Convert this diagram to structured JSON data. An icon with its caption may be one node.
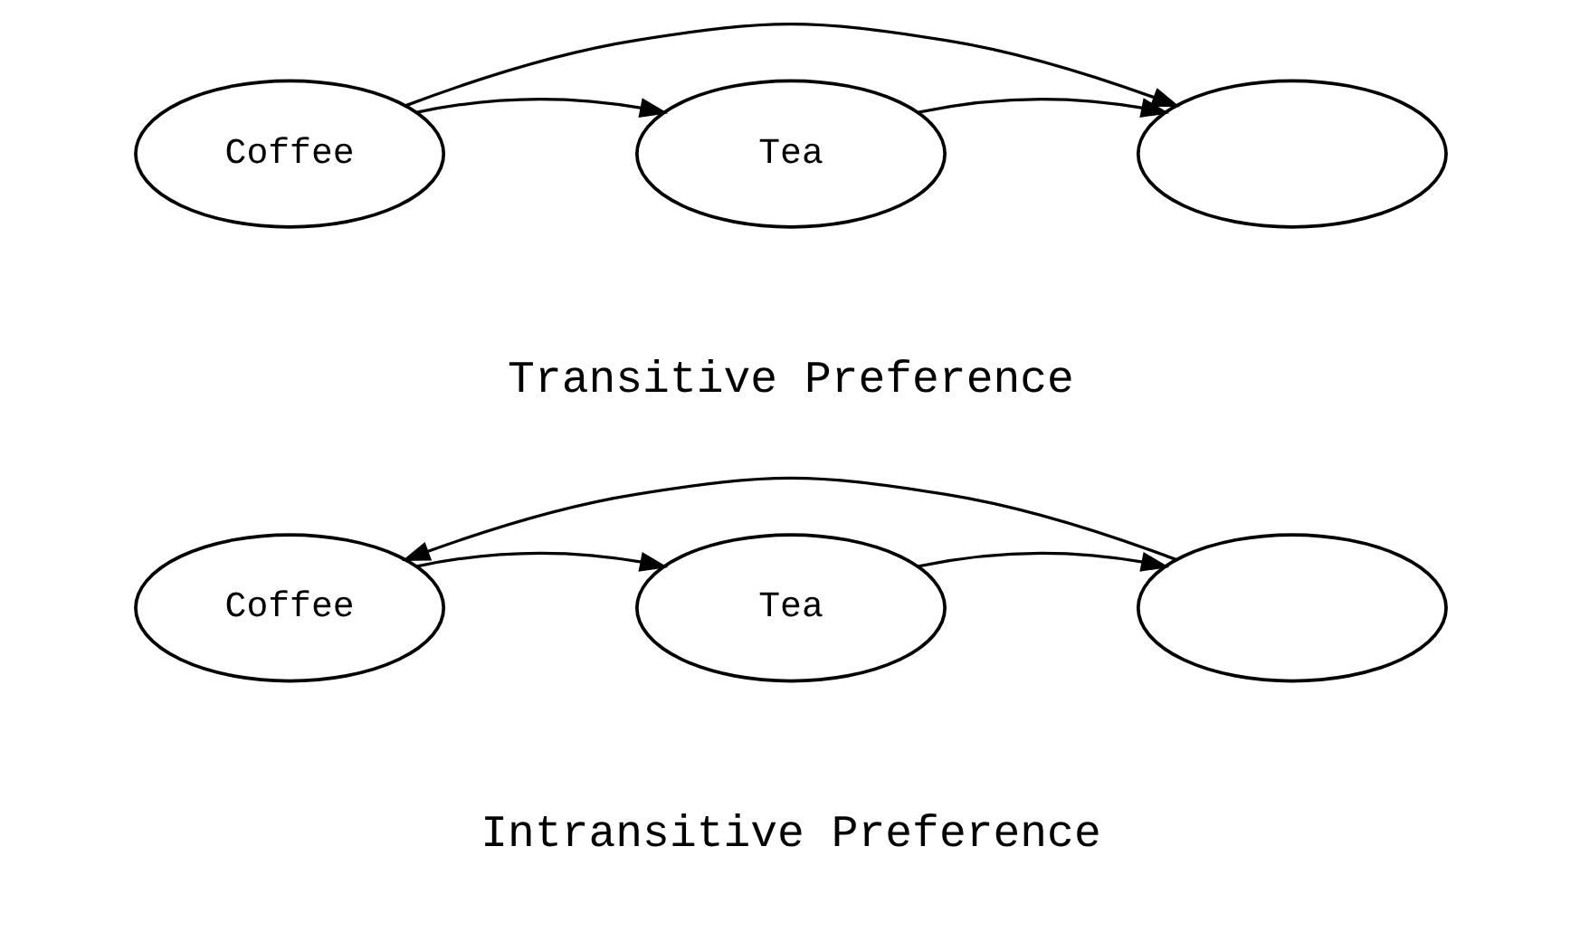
{
  "diagram": {
    "nodes": [
      {
        "text": [
          "Coffee"
        ]
      },
      {
        "text": [
          "Tea"
        ]
      },
      {
        "text": [],
        "shape": "ellipse"
      },
      {
        "text": [
          "Coffee"
        ]
      },
      {
        "text": [
          "Tea"
        ]
      },
      {
        "text": [],
        "shape": "ellipse"
      }
    ],
    "edges": [
      {
        "from": 0,
        "to": 2,
        "arrow": "to"
      },
      {
        "from": 0,
        "to": 1,
        "arrow": "to"
      },
      {
        "from": 1,
        "to": 2,
        "arrow": "to"
      },
      {
        "from": 3,
        "to": 4,
        "arrow": "to"
      },
      {
        "from": 4,
        "to": 5,
        "arrow": "to"
      },
      {
        "from": 5,
        "to": 3,
        "arrow": "to"
      }
    ],
    "labels": [
      "Transitive Preference",
      "Intransitive Preference"
    ]
  }
}
